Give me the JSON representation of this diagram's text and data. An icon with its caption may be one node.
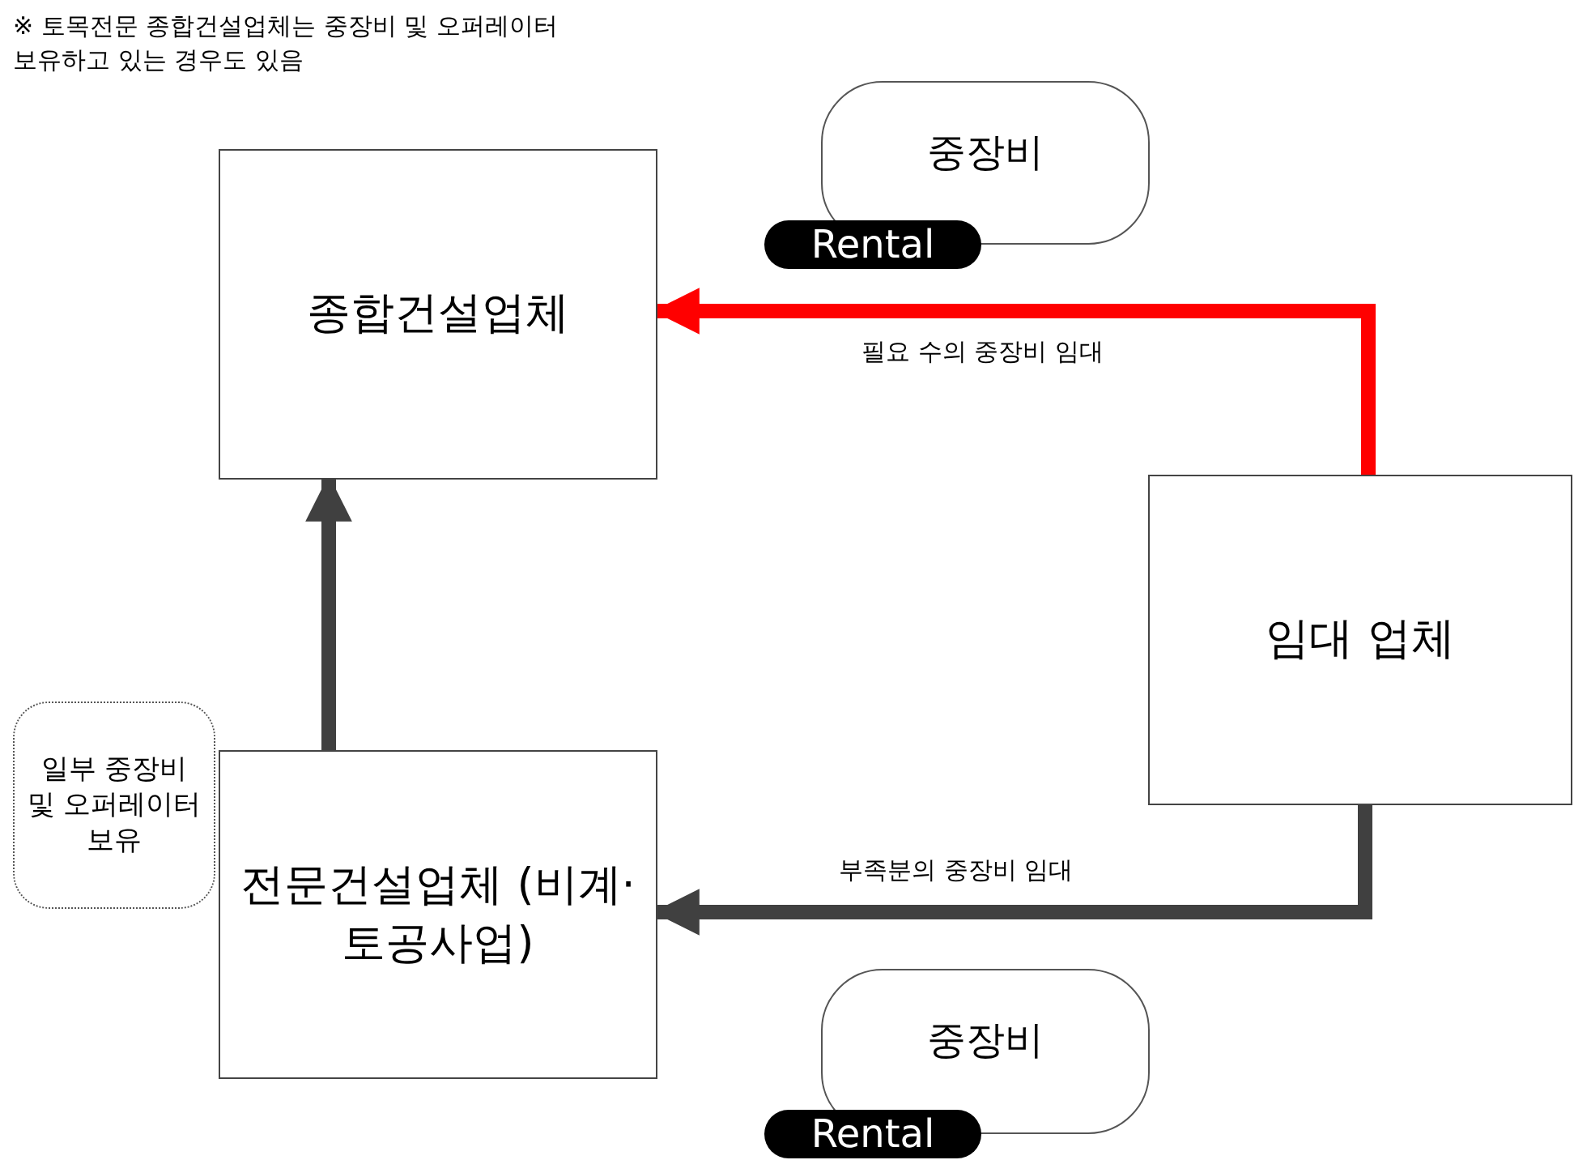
{
  "diagram": {
    "nodes": [
      {
        "text": [
          "종합건설업체"
        ]
      },
      {
        "text": [
          "중장비",
          "Rental"
        ]
      },
      {
        "text": [
          "임대 업체"
        ]
      },
      {
        "text": [
          "전문건설업체 (비계·토공사업)"
        ]
      },
      {
        "text": [
          "일부 중장비 및 오퍼레이터 보유"
        ]
      },
      {
        "text": [
          "중장비",
          "Rental"
        ]
      }
    ],
    "edges": [
      {
        "from": 2,
        "to": 0,
        "arrow": "to",
        "label": "필요 수의 중장비 임대",
        "color": "#ff0000"
      },
      {
        "from": 2,
        "to": 3,
        "arrow": "to",
        "label": "부족분의 중장비 임대"
      },
      {
        "from": 3,
        "to": 0,
        "arrow": "to"
      }
    ],
    "labels": [
      "※ 토목전문 종합건설업체는 중장비 및 오퍼레이터 보유하고 있는 경우도 있음"
    ]
  }
}
